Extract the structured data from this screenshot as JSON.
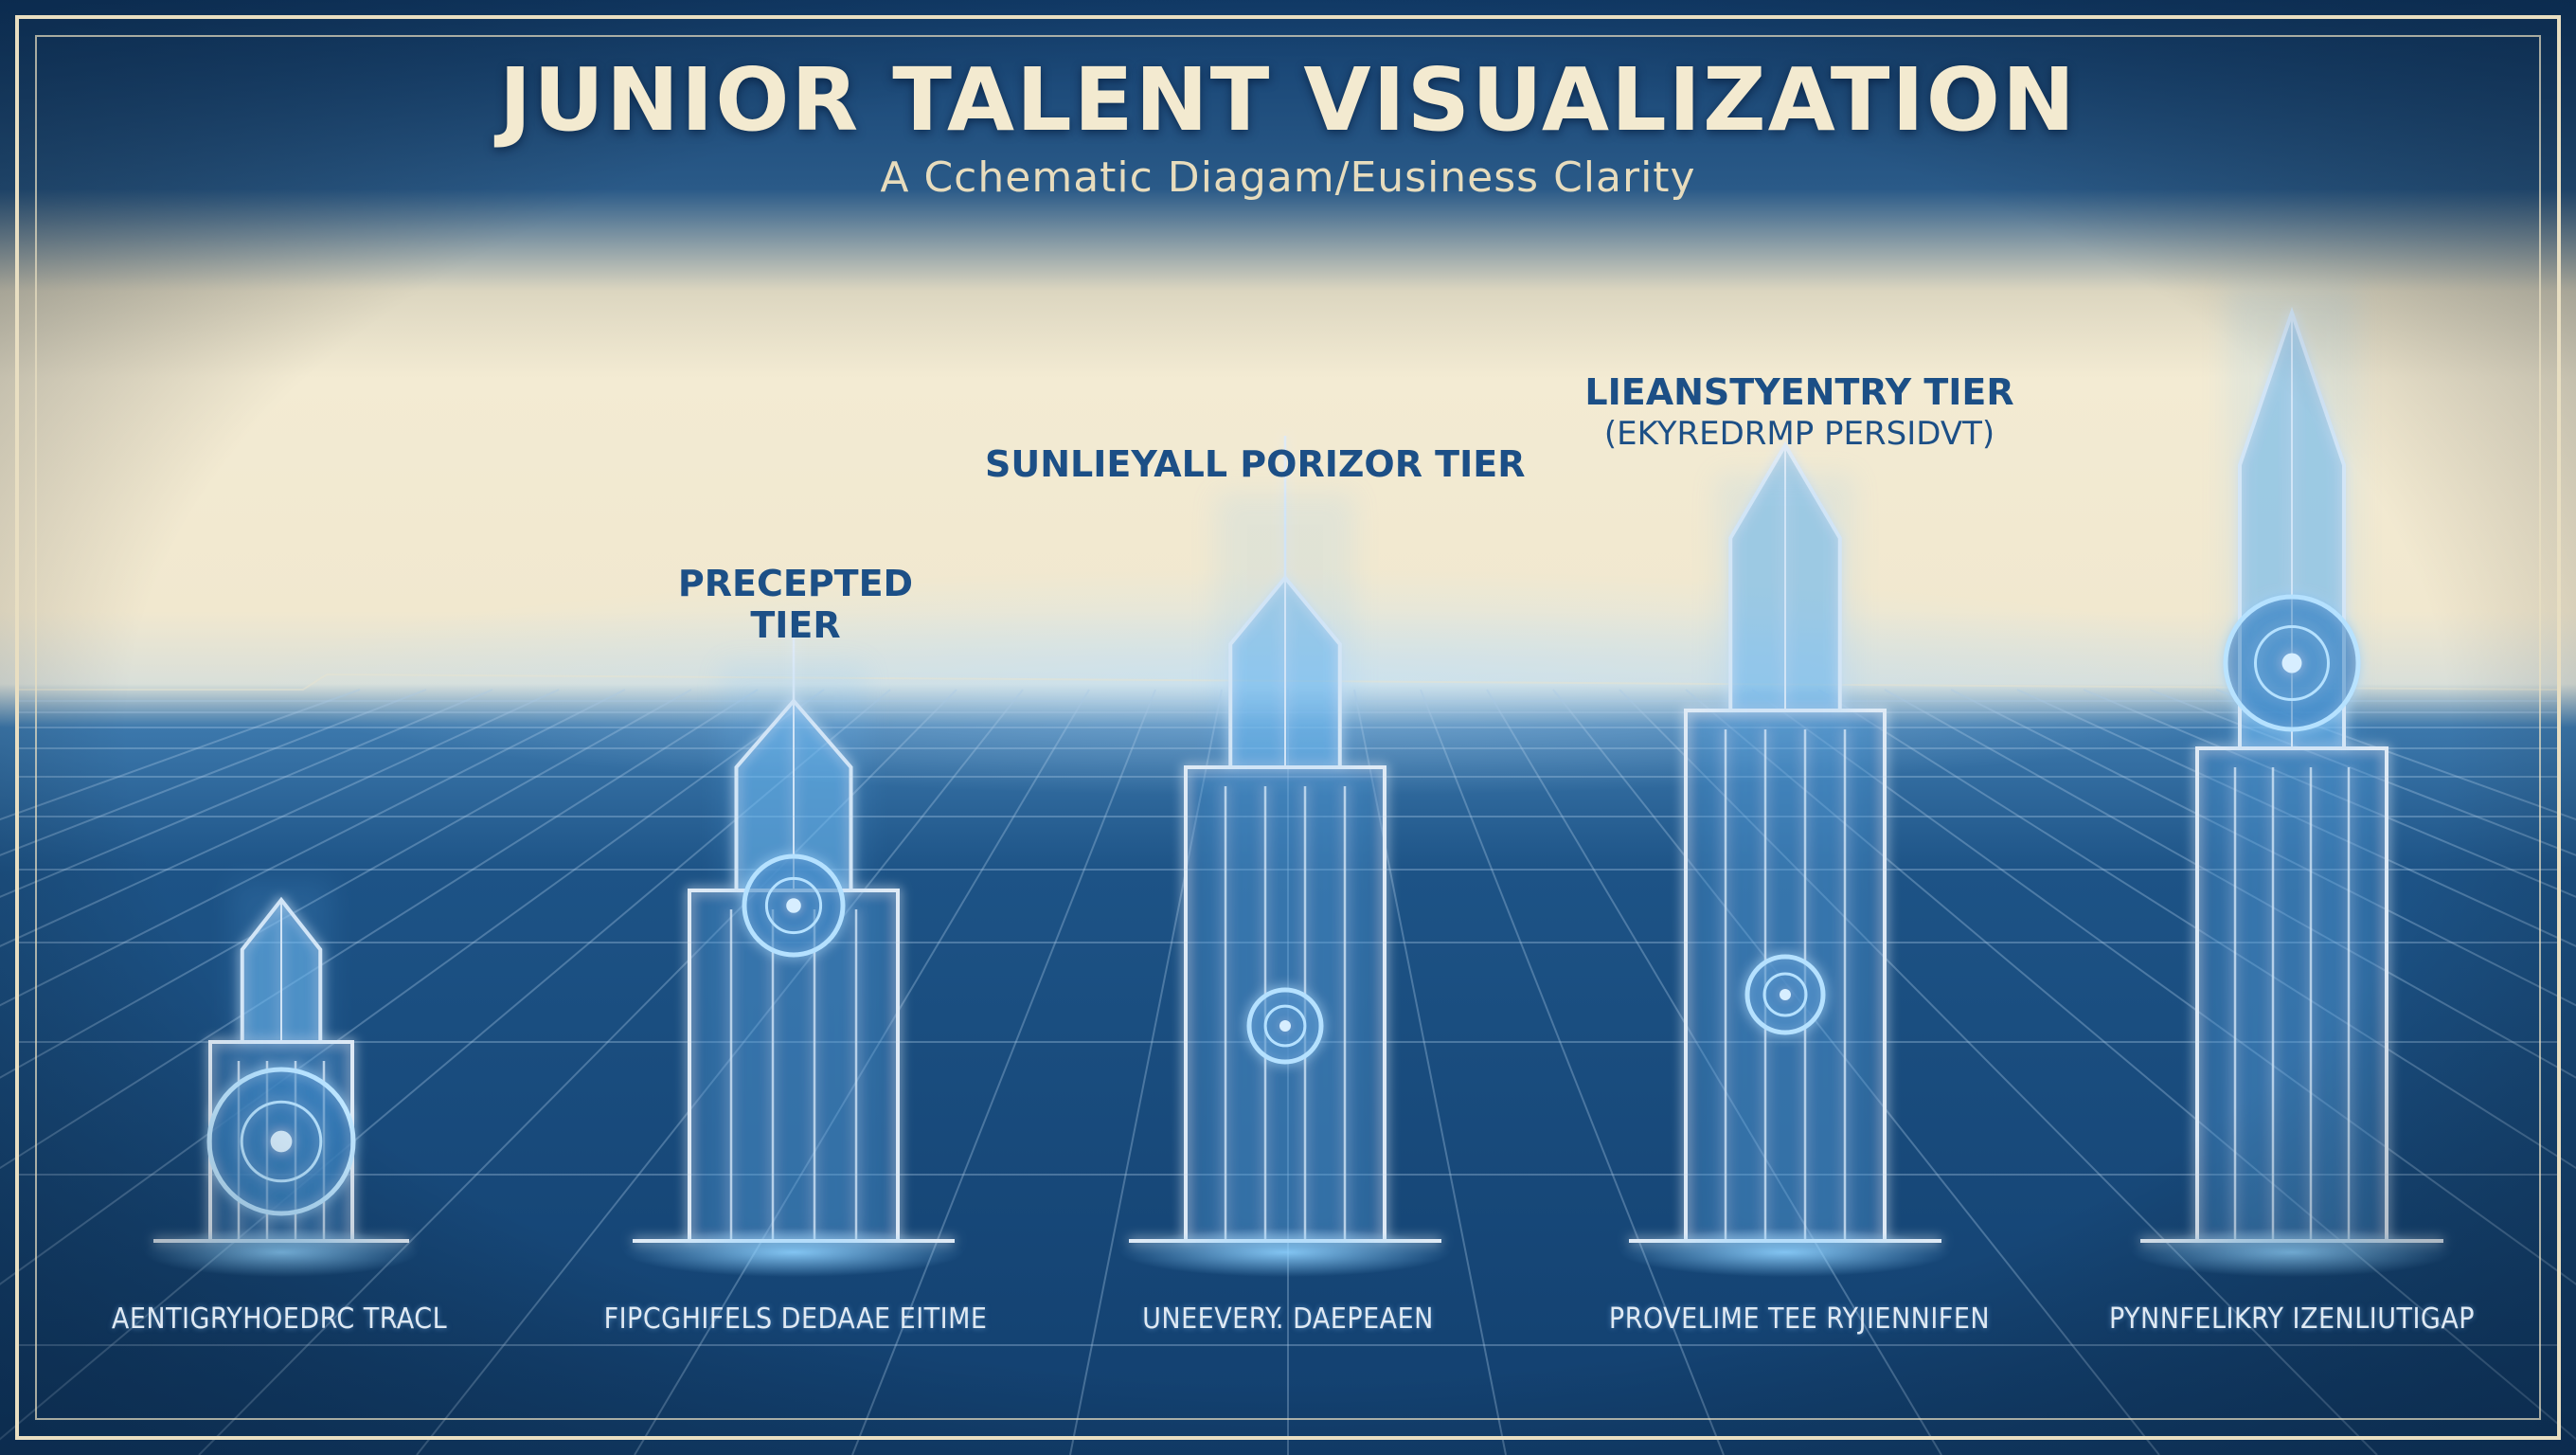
{
  "header": {
    "title": "JUNIOR TALENT VISUALIZATION",
    "subtitle": "A Cchematic Diagam/Eusiness Clarity"
  },
  "tiers": [
    {
      "id": "t1",
      "label": "",
      "sublabel": "",
      "bottom_label": "AENTIGRYHOEDRC TRACL"
    },
    {
      "id": "t2",
      "label": "PRECEPTED",
      "sublabel": "TIER",
      "bottom_label": "FIPCGHIFELS DEDAAE EITIME"
    },
    {
      "id": "t3",
      "label": "SUNLIEYALL PORIZOR TIER",
      "sublabel": "",
      "bottom_label": "UNEEVERY.  DAEPEAEN"
    },
    {
      "id": "t4",
      "label": "LIEANSTYENTRY TIER",
      "sublabel": "(EKYREDRMP PERSIDVT)",
      "bottom_label": "PROVELIME TEE RYJIENNIFEN"
    },
    {
      "id": "t5",
      "label": "",
      "sublabel": "",
      "bottom_label": "PYNNFELIKRY IZENLIUTIGAP"
    }
  ],
  "colors": {
    "frame": "#e9dfc2",
    "sky": "#f2ead2",
    "floor": "#1a4f83",
    "line": "#dce9f4",
    "glow": "#7cc6ff"
  }
}
